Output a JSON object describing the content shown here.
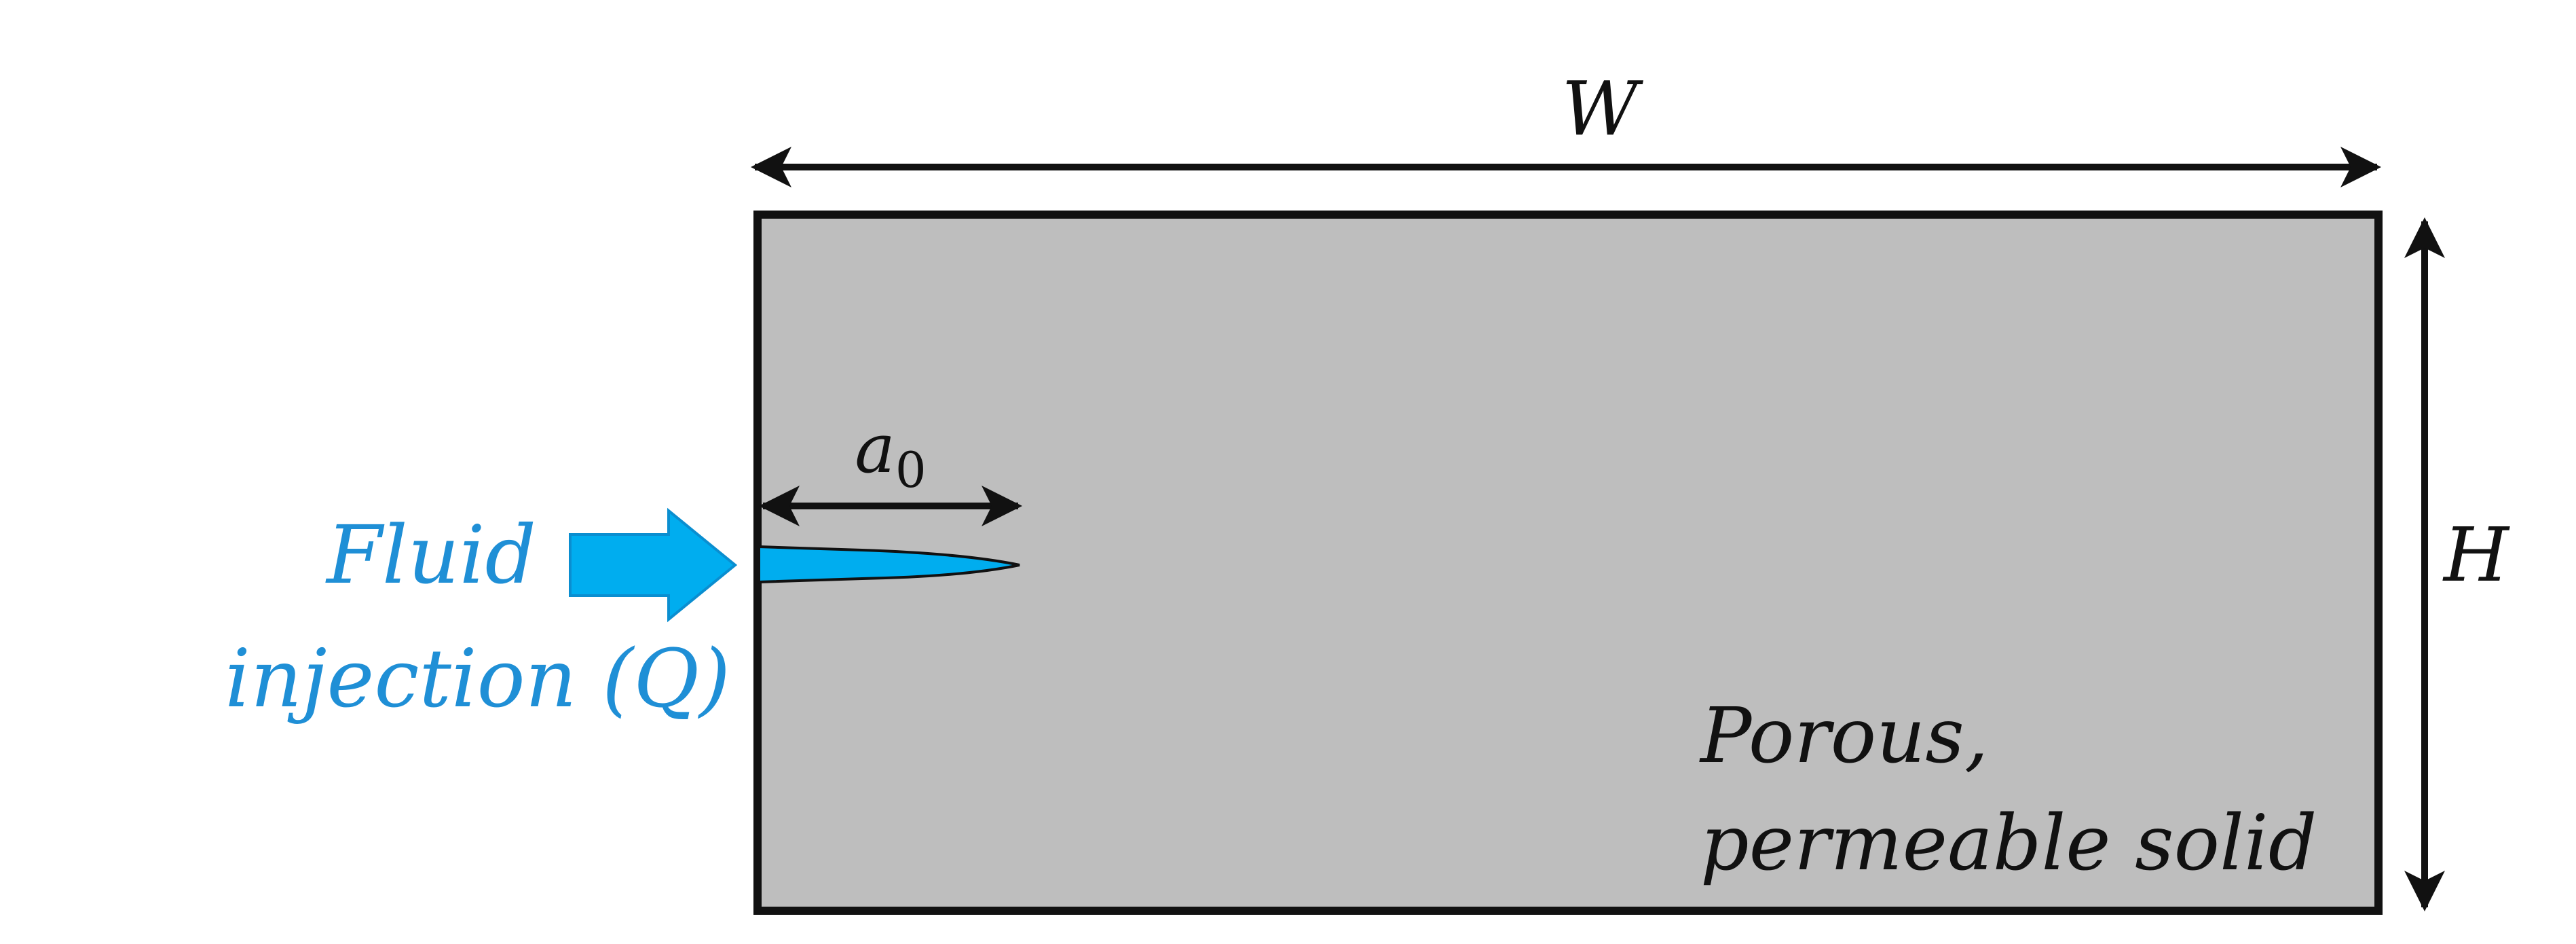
{
  "labels": {
    "width": "W",
    "height": "H",
    "initial_crack_symbol": "a",
    "initial_crack_subscript": "0",
    "fluid_line1": "Fluid",
    "fluid_line2": "injection (Q)",
    "solid_line1": "Porous,",
    "solid_line2": "permeable solid"
  },
  "colors": {
    "solid_fill": "#bebebe",
    "outline": "#111111",
    "fluid": "#00adef",
    "fluid_text": "#1f8fd6"
  },
  "icons": {
    "injection_arrow": "right-arrow-icon",
    "dimension_arrows": "double-headed-arrow-icon"
  }
}
